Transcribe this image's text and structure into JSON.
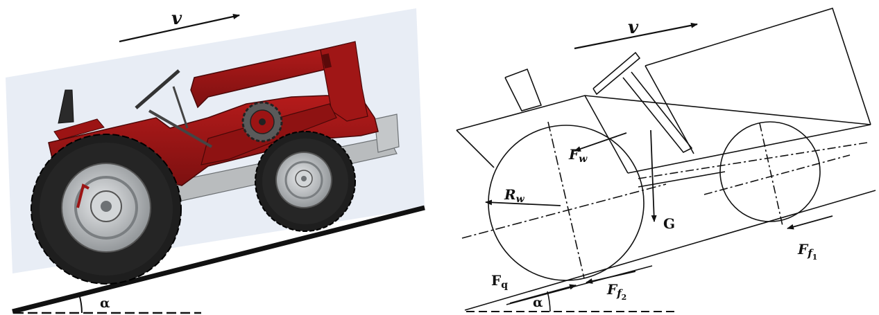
{
  "left_panel": {
    "velocity_label": "v",
    "angle_label": "α"
  },
  "right_panel": {
    "velocity_label": "v",
    "angle_label": "α",
    "force_fw": {
      "main": "F",
      "sub": "w"
    },
    "radius_rw": {
      "main": "R",
      "sub": "w"
    },
    "gravity_g": {
      "main": "G"
    },
    "force_fq": {
      "main": "F",
      "sub": "q"
    },
    "force_ff1": {
      "main": "F",
      "sub": "f",
      "subsub": "1"
    },
    "force_ff2": {
      "main": "F",
      "sub": "f",
      "subsub": "2"
    }
  },
  "colors": {
    "tractor_red": "#9c1414",
    "tractor_red_dark": "#6e0c0c",
    "frame_grey": "#b9bcbe",
    "tyre": "#1e1e1e",
    "hub": "#bfc2c4",
    "sky_panel": "#e7ecf4",
    "ink": "#111111"
  }
}
